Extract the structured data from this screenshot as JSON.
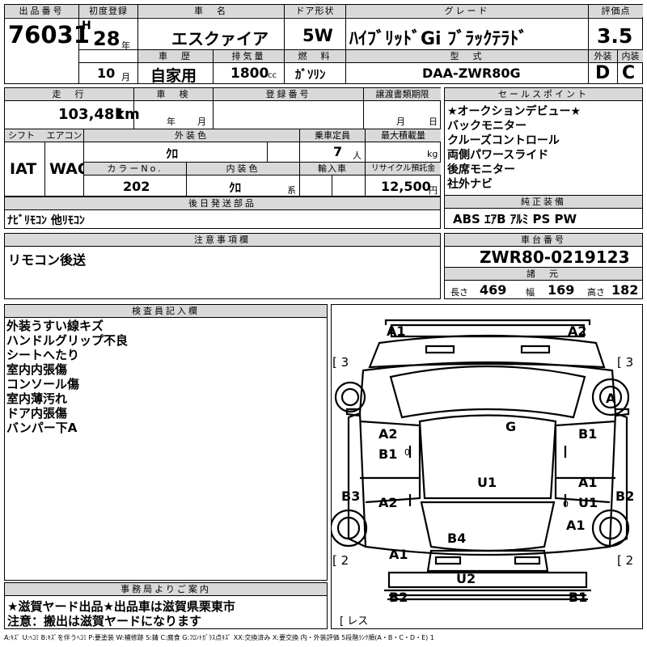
{
  "header": {
    "lot_label": "出品番号",
    "lot_no": "76031",
    "reg_label": "初度登録",
    "era": "H",
    "year": "28",
    "year_unit": "年",
    "month": "10",
    "month_unit": "月",
    "name_label": "車　名",
    "car_name": "エスクァイア",
    "history_label": "車　歴",
    "history": "自家用",
    "disp_label": "排気量",
    "displacement": "1800",
    "disp_unit": "cc",
    "door_label": "ドア形状",
    "door": "5W",
    "fuel_label": "燃　料",
    "fuel": "ｶﾞｿﾘﾝ",
    "grade_label": "グレード",
    "grade": "ﾊｲﾌﾞﾘｯﾄﾞGi ﾌﾞﾗｯｸﾃﾗﾄﾞ",
    "model_label": "型　式",
    "model": "DAA-ZWR80G",
    "score_label": "評価点",
    "score": "3.5",
    "ext_label": "外装",
    "ext": "D",
    "int_label": "内装",
    "int": "C"
  },
  "row2": {
    "mileage_label": "走　行",
    "mileage": "103,481",
    "km": "km",
    "inspection_label": "車　検",
    "insp_year_unit": "年",
    "insp_month_unit": "月",
    "regno_label": "登録番号",
    "transfer_label": "譲渡書類期限",
    "tr_month_unit": "月",
    "tr_day_unit": "日",
    "shift_label": "シフト",
    "shift": "IAT",
    "ac_label": "エアコン",
    "ac": "WAC",
    "color_label": "外装色",
    "color": "ｸﾛ",
    "capacity_label": "乗車定員",
    "capacity": "7",
    "capacity_unit": "人",
    "load_label": "最大積載量",
    "load_unit": "kg",
    "colorno_label": "カラーNo.",
    "color_no": "202",
    "interior_label": "内装色",
    "interior": "ｸﾛ",
    "interior_unit": "系",
    "import_label": "輸入車",
    "recycle_label": "リサイクル預託金",
    "recycle": "12,500",
    "recycle_unit": "円"
  },
  "sales_points": {
    "label": "セールスポイント",
    "items": [
      "★オークションデビュー★",
      "バックモニター",
      "クルーズコントロール",
      "両側パワースライド",
      "後席モニター",
      "社外ナビ"
    ]
  },
  "later_parts": {
    "label": "後日発送部品",
    "value": "ﾅﾋﾞﾘﾓｺﾝ 他ﾘﾓｺﾝ"
  },
  "equipment": {
    "label": "純正装備",
    "value": "ABS ｴｱB ｱﾙﾐ PS PW"
  },
  "notes": {
    "label": "注意事項欄",
    "value": "リモコン後送"
  },
  "chassis": {
    "label": "車台番号",
    "value": "ZWR80-0219123"
  },
  "specs": {
    "label": "諸　元",
    "len_label": "長さ",
    "len": "469",
    "wid_label": "幅",
    "wid": "169",
    "hgt_label": "高さ",
    "hgt": "182"
  },
  "inspector": {
    "label": "検査員記入欄",
    "items": [
      "外装うすい線キズ",
      "ハンドルグリップ不良",
      "シートへたり",
      "室内内張傷",
      "コンソール傷",
      "室内薄汚れ",
      "ドア内張傷",
      "バンパー下A"
    ]
  },
  "office": {
    "label": "事務局よりご案内",
    "line1": "★滋賀ヤード出品★出品車は滋賀県栗東市",
    "line2": "注意：搬出は滋賀ヤードになります"
  },
  "diagram": {
    "tl": "A1",
    "tr": "A2",
    "bl3": "[ 3",
    "br3": "[ 3",
    "bl2": "[ 2",
    "br2": "[ 2",
    "rear_bracket": "[ レス",
    "wheel_fr": "A",
    "g": "G",
    "a2_upper": "A2",
    "b1_left": "B1",
    "b1_right": "B1",
    "a1_right": "A1",
    "u1_right": "U1",
    "u1_center": "U1",
    "a2_lower": "A2",
    "b3": "B3",
    "b2_right": "B2",
    "a1_wheel_r": "A1",
    "b4": "B4",
    "a1_bottom_l": "A1",
    "u2": "U2",
    "b2_bottom": "B2",
    "b1_bottom": "B1",
    "small_0": "0"
  },
  "legend": "A:ｷｽﾞ  U:ﾍｺﾐ  B:ｷｽﾞを伴うﾍｺﾐ  P:要塗装  W:補修跡  S:錆  C:腐食  G:ﾌﾛﾝﾄｶﾞﾗｽ点ｷｽﾞ  XX:交換済み  X:要交換   内・外装評価  5段階ﾗﾝｸ順(A・B・C・D・E) 1"
}
